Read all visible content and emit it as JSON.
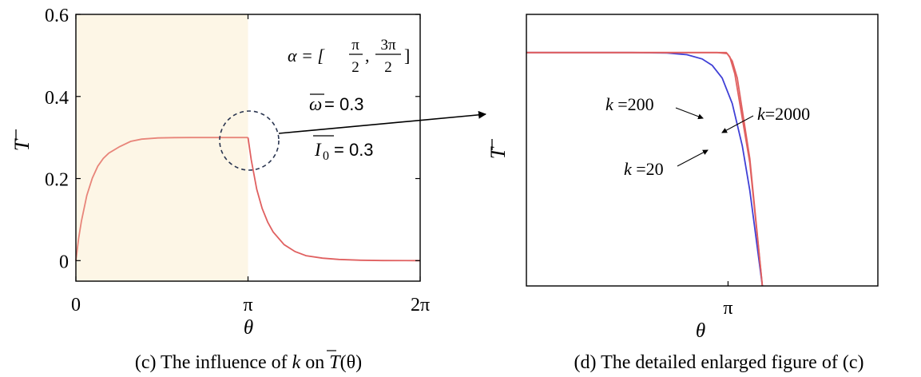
{
  "chart_data": [
    {
      "type": "line",
      "panel": "(c)",
      "caption": "(c) The influence of k on T̄(θ)",
      "caption_prefix": "(c) The influence of ",
      "caption_k": "k",
      "caption_mid": " on ",
      "caption_T": "T",
      "caption_tail": "(θ)",
      "xlabel": "θ",
      "ylabel": "T",
      "xlim": [
        0,
        6.2832
      ],
      "ylim": [
        -0.05,
        0.6
      ],
      "xticks": [
        {
          "value": 0,
          "label": "0"
        },
        {
          "value": 3.1416,
          "label": "π"
        },
        {
          "value": 6.2832,
          "label": "2π"
        }
      ],
      "yticks": [
        {
          "value": 0,
          "label": "0"
        },
        {
          "value": 0.2,
          "label": "0.2"
        },
        {
          "value": 0.4,
          "label": "0.4"
        },
        {
          "value": 0.6,
          "label": "0.6"
        }
      ],
      "shaded_region": {
        "x": [
          0,
          3.1416
        ],
        "color": "#fdf6e6"
      },
      "series": [
        {
          "color": "#e8857a",
          "x": [
            0,
            0.05,
            0.1,
            0.2,
            0.3,
            0.4,
            0.5,
            0.6,
            0.8,
            1.0,
            1.2,
            1.5,
            1.8,
            2.1,
            2.5,
            3.1416
          ],
          "y": [
            0,
            0.054,
            0.096,
            0.159,
            0.201,
            0.23,
            0.249,
            0.262,
            0.278,
            0.2905,
            0.296,
            0.299,
            0.2998,
            0.3,
            0.3,
            0.3
          ]
        },
        {
          "color": "#e06060",
          "x": [
            3.1416,
            3.2,
            3.3,
            3.4,
            3.5,
            3.6,
            3.8,
            4.0,
            4.2,
            4.5,
            4.8,
            5.2,
            5.6,
            6.2832
          ],
          "y": [
            0.3,
            0.246,
            0.174,
            0.127,
            0.094,
            0.07,
            0.039,
            0.022,
            0.012,
            0.006,
            0.003,
            0.001,
            0.0003,
            0
          ]
        }
      ],
      "annotations": {
        "alpha_label": "α = [",
        "alpha_num1": "π",
        "alpha_den1": "2",
        "alpha_comma": ",",
        "alpha_num2": "3π",
        "alpha_den2": "2",
        "alpha_close": "]",
        "omega_label": "ω",
        "omega_value": " = 0.3",
        "i0_label": "I",
        "i0_sub": "0",
        "i0_value": " = 0.3"
      }
    },
    {
      "type": "line",
      "panel": "(d)",
      "caption": "(d) The detailed enlarged figure of (c)",
      "xlabel": "θ",
      "ylabel": "T",
      "xticks": [
        {
          "value": 3.1416,
          "label": "π"
        }
      ],
      "xlim": [
        2.74,
        3.44
      ],
      "ylim": [
        0.19,
        0.318
      ],
      "series": [
        {
          "name": "k =20",
          "color": "#3f3fd6",
          "x": [
            2.74,
            2.95,
            3.02,
            3.06,
            3.09,
            3.11,
            3.13,
            3.15,
            3.17,
            3.185,
            3.21
          ],
          "y": [
            0.3,
            0.3,
            0.2998,
            0.299,
            0.297,
            0.294,
            0.288,
            0.276,
            0.256,
            0.235,
            0.19
          ]
        },
        {
          "name": "k =200",
          "color": "#e06060",
          "x": [
            2.74,
            3.12,
            3.14,
            3.15,
            3.16,
            3.185,
            3.21
          ],
          "y": [
            0.3,
            0.3,
            0.2995,
            0.296,
            0.288,
            0.25,
            0.19
          ]
        },
        {
          "name": "k=2000",
          "color": "#e06060",
          "x": [
            2.74,
            3.138,
            3.145,
            3.155,
            3.185,
            3.21
          ],
          "y": [
            0.3,
            0.3,
            0.298,
            0.29,
            0.248,
            0.19
          ]
        }
      ],
      "labels": {
        "k_italic": "k",
        "k200_value": " =200",
        "k2000_value": "=2000",
        "k20_value": " =20"
      }
    }
  ]
}
